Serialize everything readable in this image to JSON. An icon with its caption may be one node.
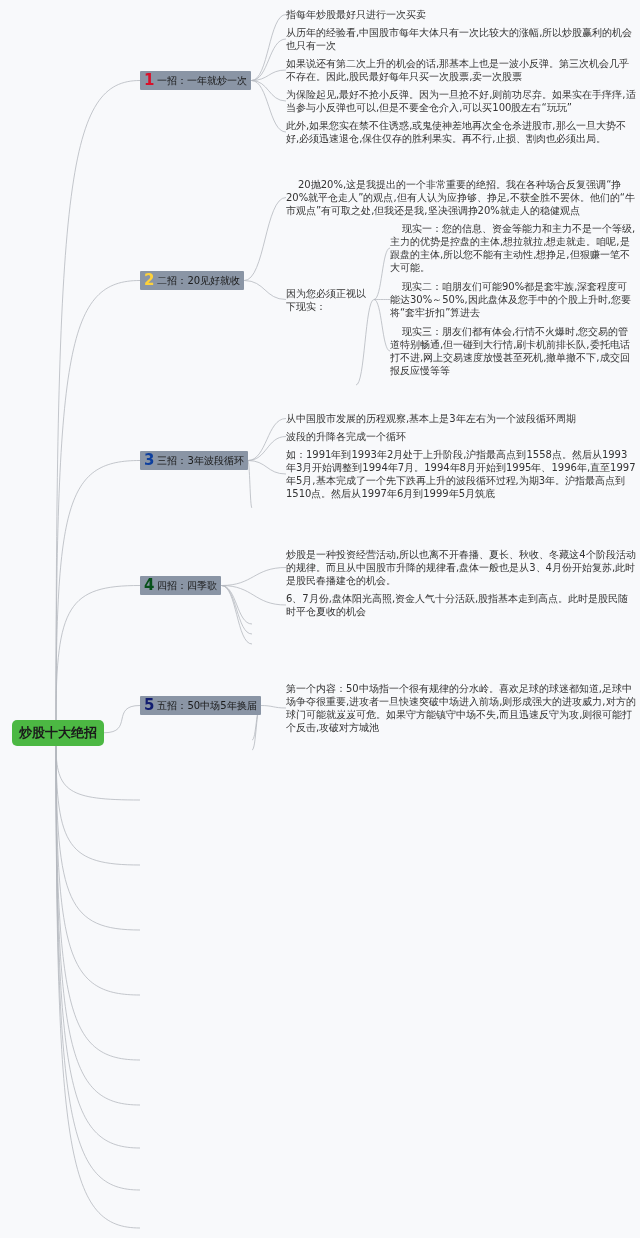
{
  "diagram": {
    "nodes": [
      {
        "text": [
          "炒股十大绝招"
        ]
      },
      {
        "text": [
          "1",
          "一招：一年就炒一次"
        ]
      },
      {
        "text": [
          "指每年炒股最好只进行一次买卖"
        ]
      },
      {
        "text": [
          "从历年的经验看,中国股市每年大体只有一次比较大的涨幅,所以炒股赢利的机会也只有一次"
        ]
      },
      {
        "text": [
          "如果说还有第二次上升的机会的话,那基本上也是一波小反弹。第三次机会几乎不存在。因此,股民最好每年只买一次股票,卖一次股票"
        ]
      },
      {
        "text": [
          "为保险起见,最好不抢小反弹。因为一旦抢不好,则前功尽弃。如果实在手痒痒,适当参与小反弹也可以,但是不要全仓介入,可以买100股左右“玩玩”"
        ]
      },
      {
        "text": [
          "此外,如果您实在禁不住诱惑,或鬼使神差地再次全仓杀进股市,那么一旦大势不好,必须迅速退仓,保住仅存的胜利果实。再不行,止损、割肉也必须出局。"
        ]
      },
      {
        "text": [
          "2",
          "二招：20见好就收"
        ]
      },
      {
        "text": [
          "20抛20%,这是我提出的一个非常重要的绝招。我在各种场合反复强调“挣20%就平仓走人”的观点,但有人认为应挣够、挣足,不获全胜不罢休。他们的“牛市观点”有可取之处,但我还是我,坚决强调挣20%就走人的稳健观点"
        ]
      },
      {
        "text": [
          "因为您必须正视以下现实："
        ]
      },
      {
        "text": [
          "现实一：您的信息、资金等能力和主力不是一个等级,主力的优势是控盘的主体,想拉就拉,想走就走。咱呢,是跟盘的主体,所以您不能有主动性,想挣足,但狠赚一笔不大可能。"
        ]
      },
      {
        "text": [
          "现实二：咱朋友们可能90%都是套牢族,深套程度可能达30%～50%,因此盘体及您手中的个股上升时,您要将“套牢折扣”算进去"
        ]
      },
      {
        "text": [
          "现实三：朋友们都有体会,行情不火爆时,您交易的管道特别畅通,但一碰到大行情,刷卡机前排长队,委托电话打不进,网上交易速度放慢甚至死机,撤单撤不下,成交回报反应慢等等"
        ]
      },
      {
        "text": [
          "3",
          "三招：3年波段循环"
        ]
      },
      {
        "text": [
          "从中国股市发展的历程观察,基本上是3年左右为一个波段循环周期"
        ]
      },
      {
        "text": [
          "波段的升降各完成一个循环"
        ]
      },
      {
        "text": [
          "如：1991年到1993年2月处于上升阶段,沪指最高点到1558点。然后从1993年3月开始调整到1994年7月。1994年8月开始到1995年、1996年,直至1997年5月,基本完成了一个先下跌再上升的波段循环过程,为期3年。沪指最高点到1510点。然后从1997年6月到1999年5月筑底"
        ]
      },
      {
        "text": [
          "4",
          "四招：四季歌"
        ]
      },
      {
        "text": [
          "炒股是一种投资经营活动,所以也离不开春播、夏长、秋收、冬藏这4个阶段活动的规律。而且从中国股市升降的规律看,盘体一般也是从3、4月份开始复苏,此时是股民春播建仓的机会。"
        ]
      },
      {
        "text": [
          "6、7月份,盘体阳光高照,资金人气十分活跃,股指基本走到高点。此时是股民随时平仓夏收的机会"
        ]
      },
      {
        "text": [
          "5",
          "五招：50中场5年换届"
        ]
      },
      {
        "text": [
          "第一个内容：50中场指一个很有规律的分水岭。喜欢足球的球迷都知道,足球中场争夺很重要,进攻者一旦快速突破中场进入前场,则形成强大的进攻威力,对方的球门可能就岌岌可危。如果守方能镇守中场不失,而且迅速反守为攻,则很可能打个反击,攻破对方城池"
        ]
      }
    ],
    "edges": [
      {
        "from": 0,
        "to": 1,
        "arrow": "none"
      },
      {
        "from": 0,
        "to": 7,
        "arrow": "none"
      },
      {
        "from": 0,
        "to": 13,
        "arrow": "none"
      },
      {
        "from": 0,
        "to": 17,
        "arrow": "none"
      },
      {
        "from": 0,
        "to": 20,
        "arrow": "none"
      },
      {
        "from": 1,
        "to": 2,
        "arrow": "none"
      },
      {
        "from": 1,
        "to": 3,
        "arrow": "none"
      },
      {
        "from": 1,
        "to": 4,
        "arrow": "none"
      },
      {
        "from": 1,
        "to": 5,
        "arrow": "none"
      },
      {
        "from": 1,
        "to": 6,
        "arrow": "none"
      },
      {
        "from": 7,
        "to": 8,
        "arrow": "none"
      },
      {
        "from": 7,
        "to": 9,
        "arrow": "none"
      },
      {
        "from": 9,
        "to": 10,
        "arrow": "none"
      },
      {
        "from": 9,
        "to": 11,
        "arrow": "none"
      },
      {
        "from": 9,
        "to": 12,
        "arrow": "none"
      },
      {
        "from": 9,
        "to": null,
        "arrow": "none"
      },
      {
        "from": 13,
        "to": 14,
        "arrow": "none"
      },
      {
        "from": 13,
        "to": 15,
        "arrow": "none"
      },
      {
        "from": 13,
        "to": 16,
        "arrow": "none"
      },
      {
        "from": 13,
        "to": null,
        "arrow": "none"
      },
      {
        "from": 17,
        "to": 18,
        "arrow": "none"
      },
      {
        "from": 17,
        "to": 19,
        "arrow": "none"
      },
      {
        "from": 17,
        "to": null,
        "arrow": "none"
      },
      {
        "from": 17,
        "to": null,
        "arrow": "none"
      },
      {
        "from": 17,
        "to": null,
        "arrow": "none"
      },
      {
        "from": 20,
        "to": 21,
        "arrow": "none"
      },
      {
        "from": 20,
        "to": null,
        "arrow": "none"
      },
      {
        "from": 20,
        "to": null,
        "arrow": "none"
      },
      {
        "from": 0,
        "to": null,
        "arrow": "none"
      },
      {
        "from": 0,
        "to": null,
        "arrow": "none"
      },
      {
        "from": 0,
        "to": null,
        "arrow": "none"
      },
      {
        "from": 0,
        "to": null,
        "arrow": "none"
      },
      {
        "from": 0,
        "to": null,
        "arrow": "none"
      },
      {
        "from": 0,
        "to": null,
        "arrow": "none"
      },
      {
        "from": 0,
        "to": null,
        "arrow": "none"
      },
      {
        "from": 0,
        "to": null,
        "arrow": "none"
      },
      {
        "from": 0,
        "to": null,
        "arrow": "none"
      }
    ]
  }
}
